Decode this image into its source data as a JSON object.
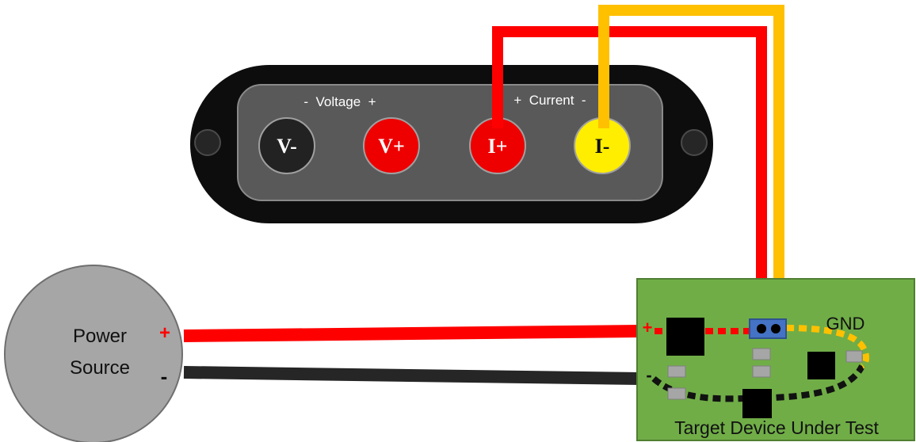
{
  "meter": {
    "voltage_label": "-  Voltage  +",
    "current_label": "+  Current  -",
    "terminals": [
      {
        "label": "V-",
        "color": "#222222"
      },
      {
        "label": "V+",
        "color": "#ee0000"
      },
      {
        "label": "I+",
        "color": "#ee0000"
      },
      {
        "label": "I-",
        "color": "#ffee00"
      }
    ]
  },
  "power_source": {
    "label_line1": "Power",
    "label_line2": "Source",
    "plus": "+",
    "minus": "-"
  },
  "board": {
    "title": "Target Device Under Test",
    "gnd_label": "GND",
    "plus": "+",
    "minus": "-",
    "color": "#70ad47"
  },
  "wires": {
    "red": "#ff0000",
    "yellow": "#ffc000",
    "black": "#222222"
  }
}
